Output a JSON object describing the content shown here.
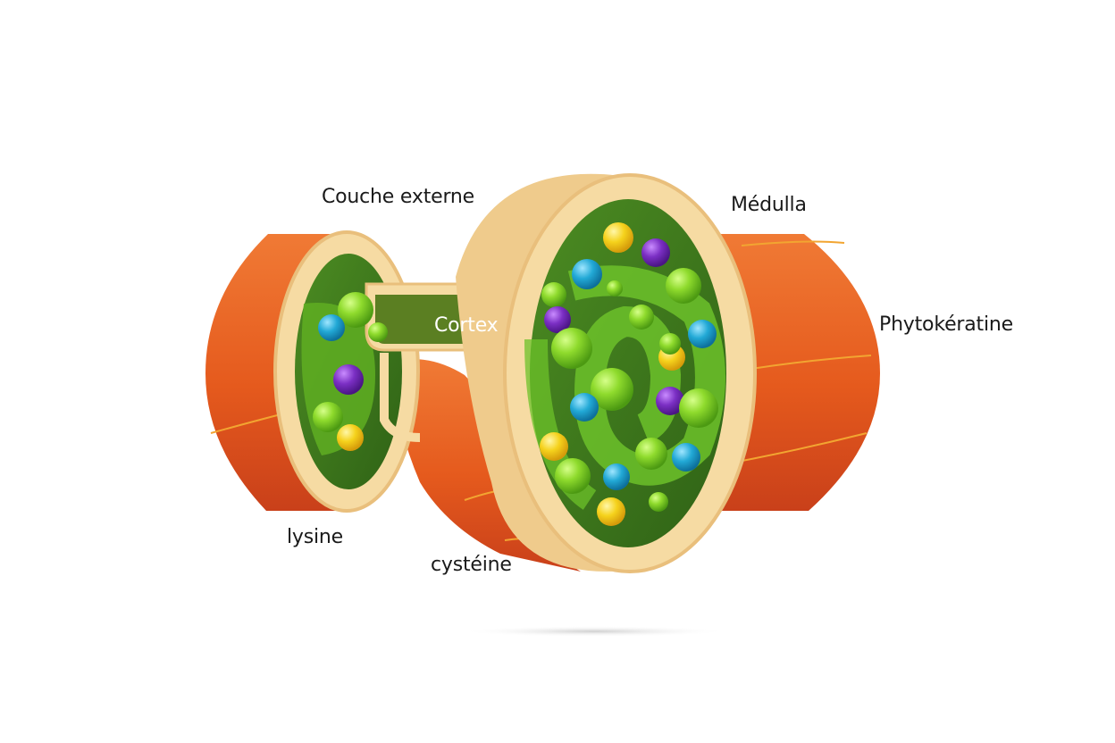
{
  "labels": {
    "couche_externe": "Couche externe",
    "medulla": "Médulla",
    "cortex": "Cortex",
    "phytokeratine": "Phytokératine",
    "lysine": "lysine",
    "cysteine": "cystéine"
  },
  "colors": {
    "outer_tube": "#e85a1f",
    "outer_tube_dark": "#c8421a",
    "rim": "#f6dba3",
    "rim_shade": "#e9bf7c",
    "interior_green": "#4f8f24",
    "interior_dark": "#3a6e1a",
    "cortex_band": "#5b7f22",
    "fiber_line": "#f2a531",
    "green_molecule": "#8fdb2d",
    "blue_molecule": "#22a9d6",
    "purple_molecule": "#7b2fc4",
    "yellow_molecule": "#f5d21c"
  },
  "icons": [
    "green-molecule-icon",
    "blue-molecule-icon",
    "purple-molecule-icon",
    "yellow-molecule-icon"
  ]
}
